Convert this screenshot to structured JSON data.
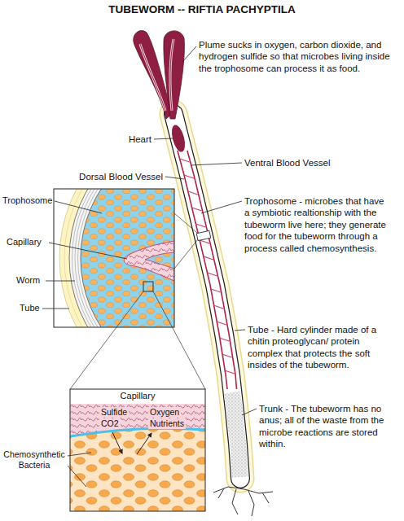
{
  "diagram": {
    "title": "TUBEWORM -- RIFTIA PACHYPTILA",
    "labels": [
      "Plume sucks in oxygen, carbon dioxide, and hydrogen sulfide so that microbes living inside the trophosome can process it as food.",
      "Heart",
      "Ventral Blood Vessel",
      "Dorsal Blood Vessel",
      "Trophosome",
      "Trophosome - microbes that have a symbiotic realtionship with the tubeworm live here; they generate food for the tubeworm through a process called chemosynthesis.",
      "Capillary",
      "Worm",
      "Tube",
      "Capillary",
      "Tube - Hard cylinder made of a chitin proteoglycan/ protein complex that protects the soft insides of the tubeworm.",
      "Sulfide",
      "Oxygen",
      "CO2",
      "Nutrients",
      "Trunk - The tubeworm has no anus; all of the waste from the microbe reactions are stored within.",
      "Chemosynthetic Bacteria"
    ]
  }
}
